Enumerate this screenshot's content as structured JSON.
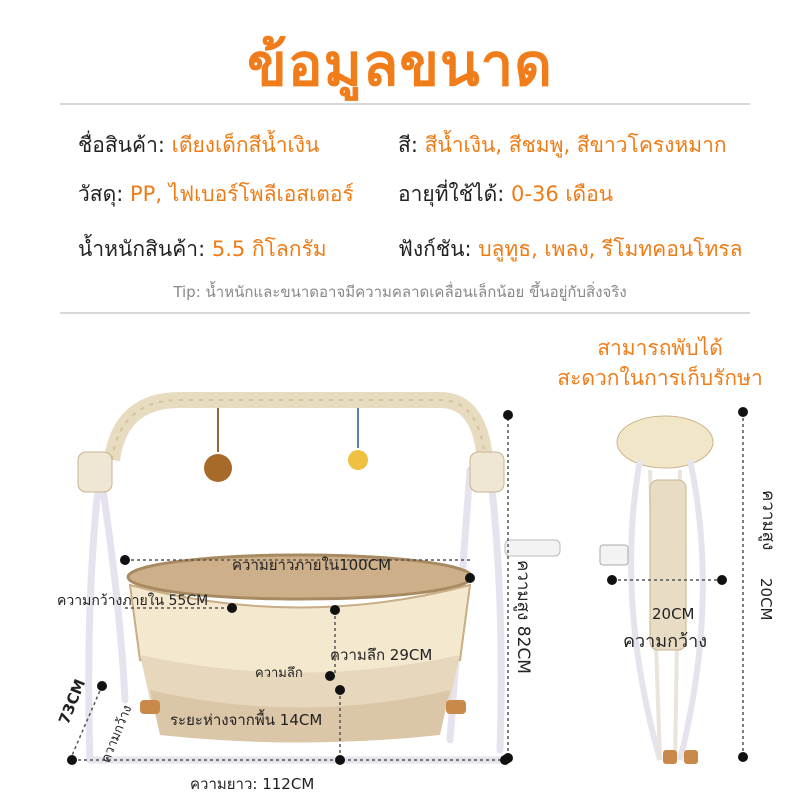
{
  "title": "ข้อมูลขนาด",
  "specs": {
    "name_label": "ชื่อสินค้า:",
    "name_value": "เตียงเด็กสีน้ำเงิน",
    "color_label": "สี:",
    "color_value": "สีน้ำเงิน, สีชมพู, สีขาวโครงหมาก",
    "material_label": "วัสดุ:",
    "material_value": "PP, ไฟเบอร์โพลีเอสเตอร์",
    "age_label": "อายุที่ใช้ได้:",
    "age_value": "0-36 เดือน",
    "weight_label": "น้ำหนักสินค้า:",
    "weight_value": "5.5 กิโลกรัม",
    "function_label": "ฟังก์ชัน:",
    "function_value": "บลูทูธ, เพลง, รีโมทคอนโทรล"
  },
  "tip": "Tip: น้ำหนักและขนาดอาจมีความคลาดเคลื่อนเล็กน้อย ขึ้นอยู่กับสิ่งจริง",
  "fold": {
    "line1": "สามารถพับได้",
    "line2": "สะดวกในการเก็บรักษา"
  },
  "dimensions": {
    "inner_length": "ความยาวภายใน100CM",
    "inner_width": "ความกว้างภายใน 55CM",
    "depth": "ความลึก 29CM",
    "depth_short": "ความลึก",
    "ground": "ระยะห่างจากพื้น 14CM",
    "length": "ความยาว: 112CM",
    "height": "ความสูง 82CM",
    "width_num": "73CM",
    "width_word": "ความกว้าง",
    "folded_height_word": "ความสูง",
    "folded_height_num": "20CM",
    "folded_width_num": "20CM",
    "folded_width_word": "ความกว้าง"
  },
  "colors": {
    "accent": "#f07d1a",
    "frame": "#e9e6ef",
    "fabric": "#d9c4a4",
    "wood": "#c8894b"
  }
}
